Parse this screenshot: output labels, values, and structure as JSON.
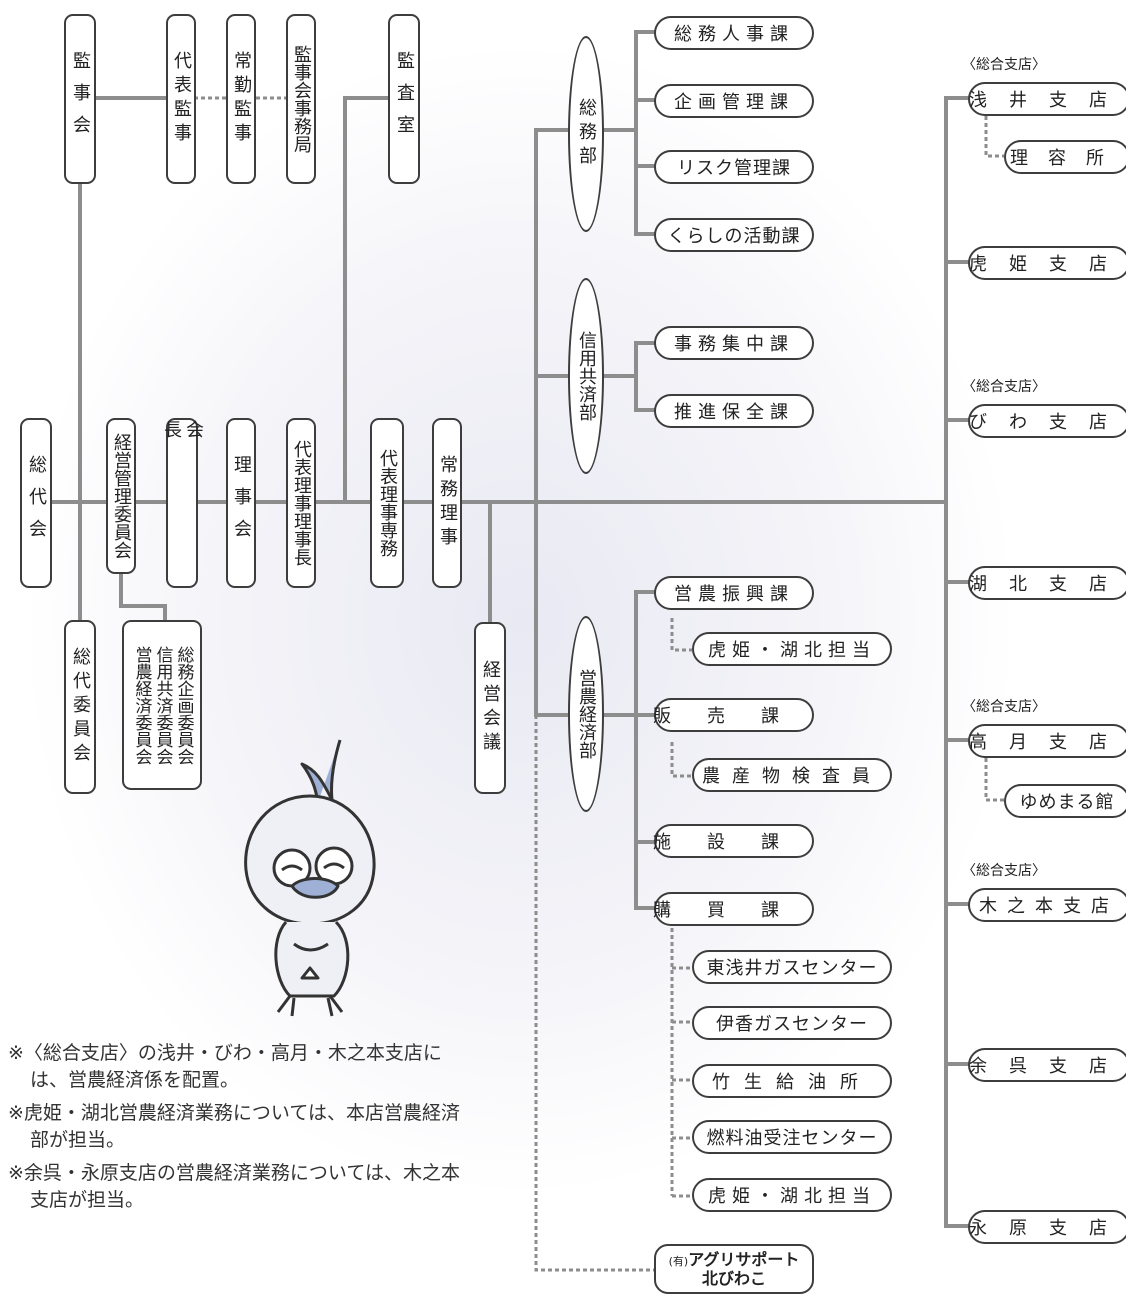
{
  "left": {
    "kansa_jimukai": "監事会",
    "daihyo_kanji": "代表監事",
    "jokin_kanji": "常勤監事",
    "kanjikai_jimukyoku": "監事会事務局",
    "kansashitsu": "監査室",
    "sodaikai": "総代会",
    "keiei_kanri_iinkai": "経営管理委員会",
    "kaicho": "会長",
    "rijikai": "理事会",
    "daihyo_riji_rijicho": "代表理事理事長",
    "daihyo_riji_senmu": "代表理事専務",
    "jomu_riji": "常務理事",
    "sodai_iinkai": "総代委員会",
    "committees": [
      "営農経済委員会",
      "信用共済委員会",
      "総務企画委員会"
    ],
    "keiei_kaigi": "経営会議"
  },
  "departments": {
    "somu": {
      "name": "総務部",
      "sections": [
        "総務人事課",
        "企画管理課",
        "リスク管理課",
        "くらしの活動課"
      ]
    },
    "shinyo": {
      "name": "信用共済部",
      "sections": [
        "事務集中課",
        "推進保全課"
      ]
    },
    "einou": {
      "name": "営農経済部",
      "sections": [
        "営農振興課",
        "販売課",
        "施設課",
        "購買課"
      ],
      "sub_einou": "虎姫・湖北担当",
      "sub_hanbai": "農産物検査員",
      "sub_kobai": [
        "東浅井ガスセンター",
        "伊香ガスセンター",
        "竹生給油所",
        "燃料油受注センター",
        "虎姫・湖北担当"
      ]
    },
    "agri_prefix": "(有)",
    "agri_name": "アグリサポート",
    "agri_name2": "北びわこ"
  },
  "branches": {
    "sogo_label": "〈総合支店〉",
    "items": [
      "浅井支店",
      "虎姫支店",
      "びわ支店",
      "湖北支店",
      "高月支店",
      "木之本支店",
      "余呉支店",
      "永原支店"
    ],
    "rizou": "理容所",
    "yumemaru": "ゆめまる館"
  },
  "notes": [
    "※〈総合支店〉の浅井・びわ・高月・木之本支店には、営農経済係を配置。",
    "※虎姫・湖北営農経済業務については、本店営農経済部が担当。",
    "※余呉・永原支店の営農経済業務については、木之本支店が担当。"
  ],
  "colors": {
    "line": "#8d8d8d",
    "border": "#3d3d3d"
  }
}
